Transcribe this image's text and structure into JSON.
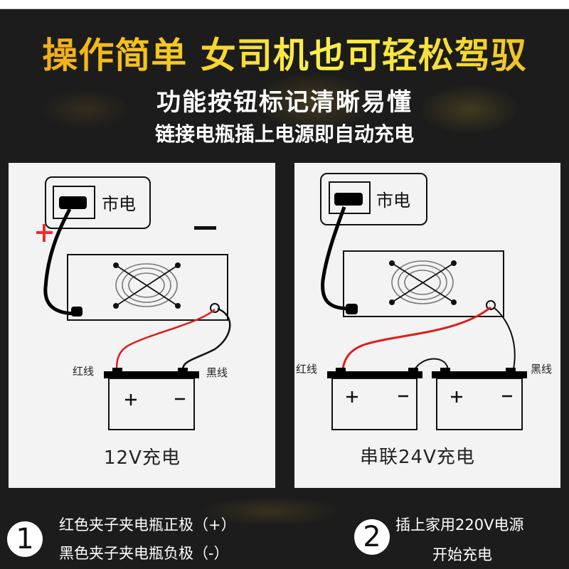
{
  "header": {
    "headline": "操作简单 女司机也可轻松驾驭",
    "subtitle": "功能按钮标记清晰易懂",
    "tagline": "链接电瓶插上电源即自动充电"
  },
  "diagrams": [
    {
      "mains_label": "市电",
      "plus_symbol": "+",
      "minus_symbol": "—",
      "red_wire_label": "红线",
      "black_wire_label": "黑线",
      "battery_plus": "+",
      "battery_minus": "−",
      "caption": "12V充电"
    },
    {
      "mains_label": "市电",
      "red_wire_label": "红线",
      "black_wire_label": "黑线",
      "battery_plus": "+",
      "battery_minus": "−",
      "caption": "串联24V充电"
    }
  ],
  "steps": [
    {
      "number": "1",
      "lines": [
        "红色夹子夹电瓶正极（+）",
        "黑色夹子夹电瓶负极（-）"
      ]
    },
    {
      "number": "2",
      "lines": [
        "插上家用220V电源",
        "开始充电"
      ]
    }
  ],
  "colors": {
    "background": "#1c1c1c",
    "panel": "#f3f3f3",
    "headline_gold": "#f6c81e",
    "red_wire": "#e01b1b",
    "plus_red": "#ee2b2b"
  }
}
